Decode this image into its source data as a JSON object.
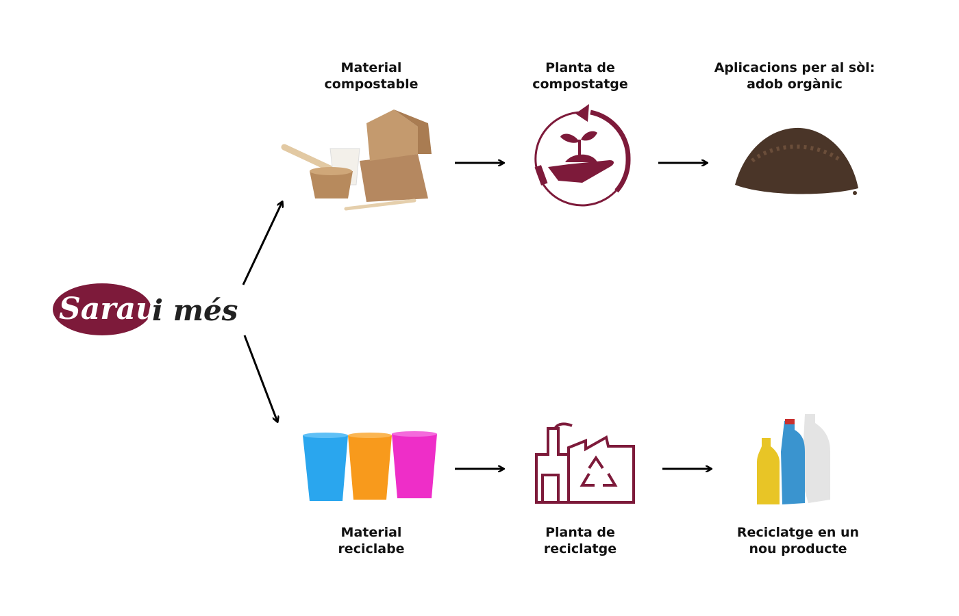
{
  "logo": {
    "part1": "Sarau",
    "part2": "i més"
  },
  "colors": {
    "brand": "#7d1a3a",
    "arrow": "#000000"
  },
  "compost_row": {
    "material": {
      "line1": "Material",
      "line2": "compostable",
      "icon": "compostable-tableware-image"
    },
    "plant": {
      "line1": "Planta de",
      "line2": "compostatge",
      "icon": "hand-plant-cycle-icon"
    },
    "result": {
      "line1": "Aplicacions per al sòl:",
      "line2": "adob orgànic",
      "icon": "soil-pile-image"
    }
  },
  "recycle_row": {
    "material": {
      "line1": "Material",
      "line2": "reciclabe",
      "icon": "plastic-cups-image"
    },
    "plant": {
      "line1": "Planta de",
      "line2": "reciclatge",
      "icon": "recycling-factory-icon"
    },
    "result": {
      "line1": "Reciclatge en un",
      "line2": "nou producte",
      "icon": "plastic-bottles-image"
    }
  }
}
